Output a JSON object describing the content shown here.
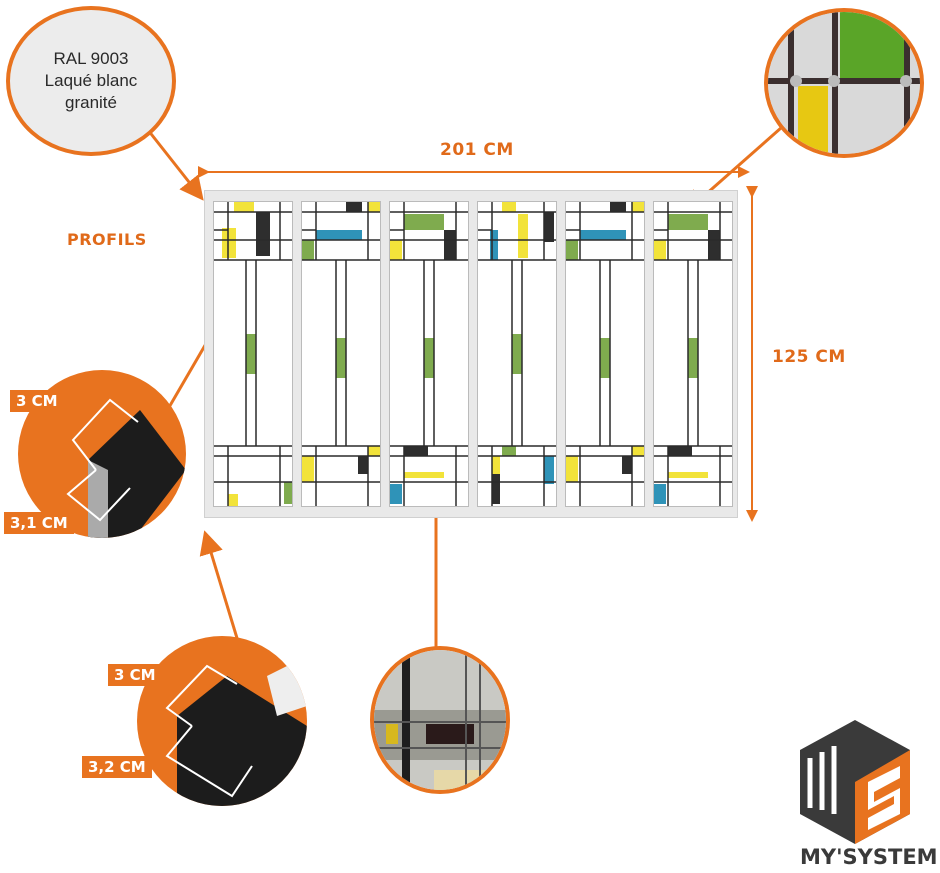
{
  "material_callout": {
    "line1": "RAL 9003",
    "line2": "Laqué blanc",
    "line3": "granité"
  },
  "dimensions": {
    "width_label": "201 CM",
    "height_label": "125 CM"
  },
  "profiles_label": "PROFILS",
  "profile_top": {
    "depth_label": "3 CM",
    "width_label": "3,1 CM"
  },
  "profile_bottom": {
    "depth_label": "3 CM",
    "width_label": "3,2 CM"
  },
  "panel_count": 6,
  "colors": {
    "accent": "#e8731f",
    "yellow": "#f2e33a",
    "green": "#7fab4e",
    "blue": "#2f93b8",
    "black": "#2e2e2e",
    "lead": "#2a2a2a"
  },
  "brand": {
    "name": "MY'SYSTEM"
  },
  "icons": {
    "logo": "my-system-cube-logo",
    "detail_top": "stained-glass-detail-photo",
    "detail_bottom": "glass-panel-detail-photo"
  }
}
